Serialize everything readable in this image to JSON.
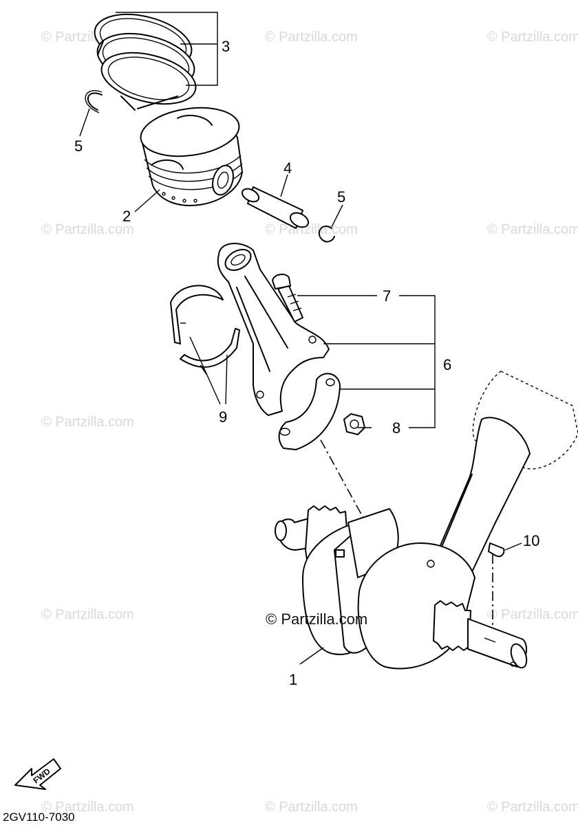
{
  "watermarks": {
    "text": "© Partzilla.com",
    "center_text": "© Partzilla.com"
  },
  "callouts": {
    "c1": "1",
    "c2": "2",
    "c3": "3",
    "c4": "4",
    "c5a": "5",
    "c5b": "5",
    "c6": "6",
    "c7": "7",
    "c8": "8",
    "c9": "9",
    "c10": "10"
  },
  "fwd_label": "FWD",
  "diagram_code": "2GV110-7030",
  "icons": {
    "fwd_arrow": "fwd-arrow-icon"
  }
}
